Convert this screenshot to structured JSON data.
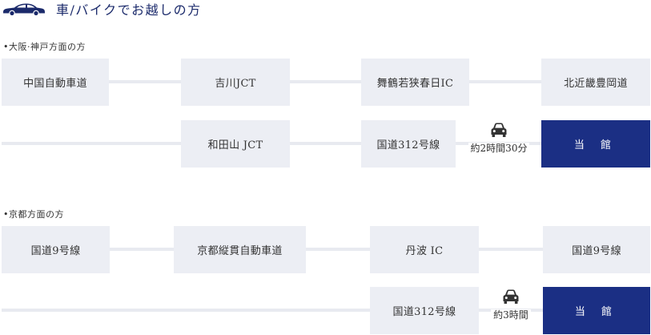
{
  "header": {
    "title": "車/バイクでお越しの方",
    "icon": "car-icon",
    "accent_color": "#1b2f84"
  },
  "route_osaka": {
    "label": "•大阪·神戸方面の方",
    "row1": [
      "中国自動車道",
      "吉川JCT",
      "舞鶴若狭春日IC",
      "北近畿豊岡道"
    ],
    "row2": [
      "和田山 JCT",
      "国道312号線"
    ],
    "duration": "約2時間30分",
    "destination": "当 館"
  },
  "route_kyoto": {
    "label": "•京都方面の方",
    "row1": [
      "国道9号線",
      "京都縦貫自動車道",
      "丹波 IC",
      "国道9号線"
    ],
    "row2": [
      "国道312号線"
    ],
    "duration": "約3時間",
    "destination": "当 館"
  }
}
